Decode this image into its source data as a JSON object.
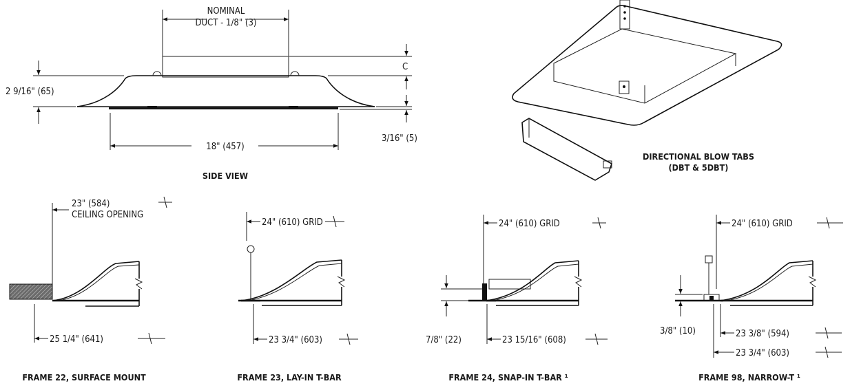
{
  "side_view": {
    "nominal_line1": "NOMINAL",
    "nominal_line2": "DUCT - 1/8\" (3)",
    "dim_c": "C",
    "dim_height": "2 9/16\" (65)",
    "dim_width": "18\" (457)",
    "dim_lip": "3/16\" (5)",
    "caption": "SIDE VIEW"
  },
  "blow_tabs": {
    "caption_line1": "DIRECTIONAL BLOW TABS",
    "caption_line2": "(DBT & 5DBT)"
  },
  "frames": [
    {
      "caption": "FRAME 22, SURFACE MOUNT",
      "dim_top_line1": "23\" (584)",
      "dim_top_line2": "CEILING OPENING",
      "dim_bottom": "25 1/4\" (641)"
    },
    {
      "caption": "FRAME 23, LAY-IN T-BAR",
      "dim_top": "24\" (610) GRID",
      "dim_bottom": "23 3/4\" (603)"
    },
    {
      "caption": "FRAME 24, SNAP-IN T-BAR ¹",
      "dim_top": "24\" (610) GRID",
      "dim_bottom": "23 15/16\" (608)",
      "dim_side": "7/8\" (22)"
    },
    {
      "caption": "FRAME 98, NARROW-T ¹",
      "dim_top": "24\" (610) GRID",
      "dim_bottom1": "23 3/8\" (594)",
      "dim_bottom2": "23 3/4\" (603)",
      "dim_side": "3/8\" (10)"
    }
  ]
}
